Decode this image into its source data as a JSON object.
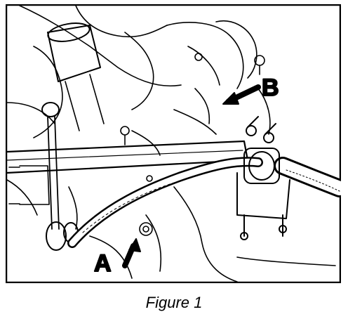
{
  "figure": {
    "caption": "Figure 1",
    "callouts": [
      {
        "id": "A",
        "label": "A"
      },
      {
        "id": "B",
        "label": "B"
      }
    ]
  },
  "colors": {
    "ink": "#000000",
    "paper": "#ffffff"
  }
}
